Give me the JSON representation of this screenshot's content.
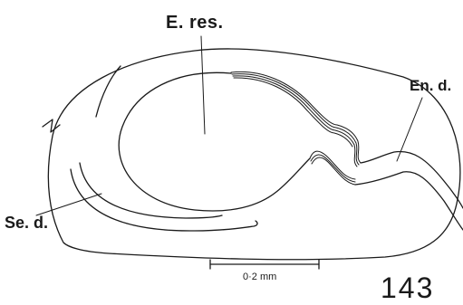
{
  "labels": {
    "ejaculatory_reservoir": "E. res.",
    "ejaculatory_duct": "En. d.",
    "seminal_duct": "Se. d.",
    "scale_bar": "0·2 mm",
    "figure_number": "143"
  },
  "colors": {
    "ink": "#1a1a1a",
    "background": "#ffffff"
  }
}
